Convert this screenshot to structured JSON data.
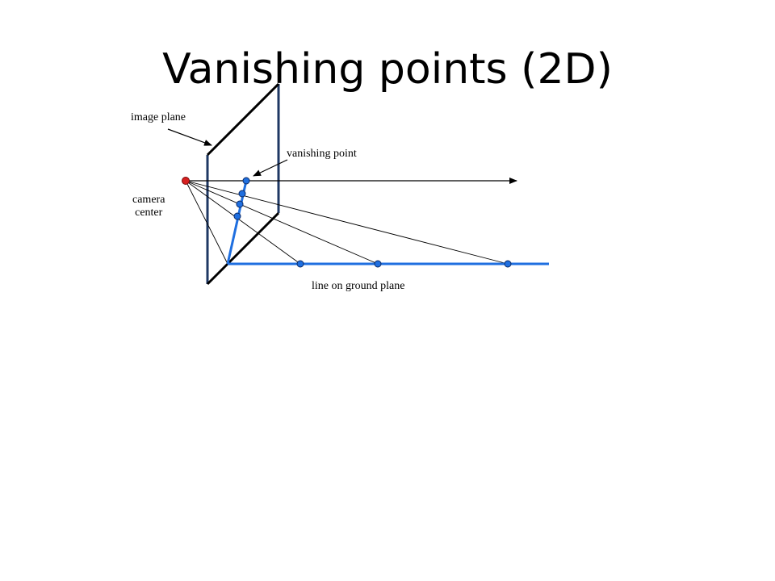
{
  "slide": {
    "title": "Vanishing points (2D)"
  },
  "labels": {
    "image_plane": "image plane",
    "vanishing_point": "vanishing point",
    "camera_line1": "camera",
    "camera_line2": "center",
    "ground_line": "line on ground plane"
  },
  "colors": {
    "image_plane": "#1f3864",
    "frame": "#000000",
    "ground_line": "#1f6fe0",
    "point_fill": "#1f6fe0",
    "camera_point": "#d62020",
    "ray": "#000000"
  }
}
